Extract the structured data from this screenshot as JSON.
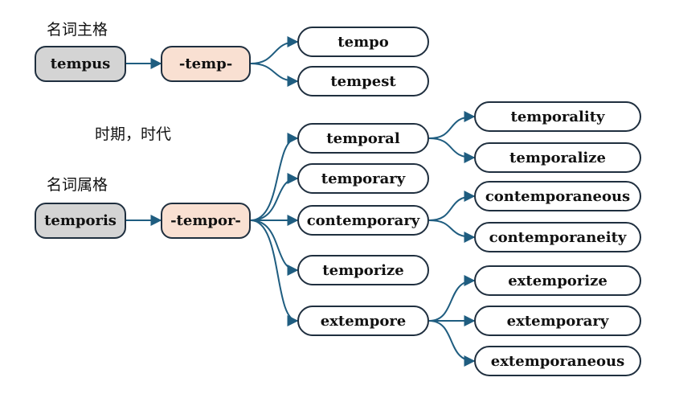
{
  "labels": {
    "nominative": "名词主格",
    "meaning": "时期，时代",
    "genitive": "名词属格"
  },
  "nodes": {
    "tempus": "tempus",
    "temp_stem": "-temp-",
    "tempo": "tempo",
    "tempest": "tempest",
    "temporis": "temporis",
    "tempor_stem": "-tempor-",
    "temporal": "temporal",
    "temporary": "temporary",
    "contemporary": "contemporary",
    "temporize": "temporize",
    "extempore": "extempore",
    "temporality": "temporality",
    "temporalize": "temporalize",
    "contemporaneous": "contemporaneous",
    "contemporaneity": "contemporaneity",
    "extemporize": "extemporize",
    "extemporary": "extemporary",
    "extemporaneous": "extemporaneous"
  },
  "colors": {
    "arrow": "#1f5d80",
    "root_fill": "#d4d4d4",
    "stem_fill": "#f9e0d2",
    "border": "#1f2f3f"
  }
}
